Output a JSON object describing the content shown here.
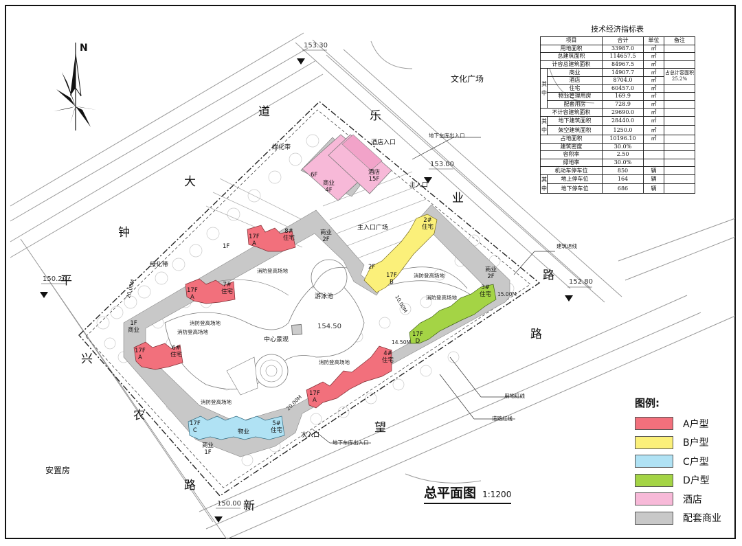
{
  "diagram": {
    "title": "总平面图",
    "scale": "1:1200",
    "north": "N",
    "roads": [
      "平",
      "钟",
      "大",
      "道",
      "乐",
      "业",
      "路",
      "路",
      "望",
      "新",
      "路",
      "农",
      "兴"
    ],
    "places": {
      "culture_square": "文化广场",
      "resettlement": "安置房"
    },
    "elevations": [
      "153.30",
      "153.00",
      "152.80",
      "150.20",
      "150.00",
      "154.50"
    ],
    "site_labels": {
      "green1": "绿化带",
      "green2": "绿化带",
      "center": "中心景观",
      "pool": "游泳池",
      "plaza": "主入口广场",
      "main_entry": "主入口",
      "hotel_entry": "酒店入口",
      "side_entry": "次入口",
      "garage1": "地下车库出入口",
      "garage2": "地下车库出入口",
      "setback": "建筑退线",
      "landline": "用地红线",
      "roadline": "道路红线",
      "fire1": "消防登高场地",
      "fire2": "消防登高场地",
      "fire3": "消防登高场地",
      "fire4": "消防登高场地",
      "fire5": "消防登高场地",
      "fire6": "消防登高场地",
      "fire7": "消防登高场地"
    },
    "building_labels": {
      "hotel_1": "酒店",
      "hotel_2": "15F",
      "biz_hotel_1": "商业",
      "biz_hotel_2": "4F",
      "hotel_6f": "6F",
      "biz_n_1": "商业",
      "biz_n_2": "2F",
      "biz_e_1": "商业",
      "biz_e_2": "2F",
      "biz_w_1": "1F",
      "biz_w_2": "商业",
      "biz_s_1": "商业",
      "biz_s_2": "1F",
      "b1f": "1F",
      "b2f": "2F",
      "a8": "8#",
      "a8r": "住宅",
      "a8f": "17F",
      "a8t": "A",
      "a7": "7#",
      "a7r": "住宅",
      "a7f": "17F",
      "a7t": "A",
      "a6": "6#",
      "a6r": "住宅",
      "a6f": "17F",
      "a6t": "A",
      "a4": "4#",
      "a4r": "住宅",
      "a4f": "17F",
      "a4t": "A",
      "b2": "2#",
      "b2r": "住宅",
      "b2f17": "17F",
      "b2t": "B",
      "d3": "3#",
      "d3r": "住宅",
      "d3f": "17F",
      "d3t": "D",
      "c5": "5#",
      "c5r": "住宅",
      "c5f": "17F",
      "c5t": "C",
      "c5m": "物业"
    },
    "dims": [
      "20.00M",
      "14.50M",
      "15.00M",
      "10.00M",
      "20.00M"
    ]
  },
  "tech_table": {
    "title": "技术经济指标表",
    "headers": [
      "项目",
      "合计",
      "单位",
      "备注"
    ],
    "group_labels": {
      "qizhong": "其中",
      "qi": "其",
      "zhong": "中"
    },
    "rows": [
      {
        "item": "用地面积",
        "total": "33987.0",
        "unit": "㎡",
        "note": ""
      },
      {
        "item": "总建筑面积",
        "total": "114657.5",
        "unit": "㎡",
        "note": ""
      },
      {
        "item": "计容总建筑面积",
        "total": "84967.5",
        "unit": "㎡",
        "note": ""
      },
      {
        "item": "商业",
        "total": "14907.7",
        "unit": "㎡",
        "note": "占总计容面积25.2%"
      },
      {
        "item": "酒店",
        "total": "8704.0",
        "unit": "㎡",
        "note": ""
      },
      {
        "item": "住宅",
        "total": "60457.0",
        "unit": "㎡",
        "note": ""
      },
      {
        "item": "物业管理用房",
        "total": "169.9",
        "unit": "㎡",
        "note": ""
      },
      {
        "item": "配套用房",
        "total": "728.9",
        "unit": "㎡",
        "note": ""
      },
      {
        "item": "不计容建筑面积",
        "total": "29690.0",
        "unit": "㎡",
        "note": ""
      },
      {
        "item": "地下建筑面积",
        "total": "28440.0",
        "unit": "㎡",
        "note": ""
      },
      {
        "item": "架空建筑面积",
        "total": "1250.0",
        "unit": "㎡",
        "note": ""
      },
      {
        "item": "占地面积",
        "total": "10196.10",
        "unit": "㎡",
        "note": ""
      },
      {
        "item": "建筑密度",
        "total": "30.0%",
        "unit": "",
        "note": ""
      },
      {
        "item": "容积率",
        "total": "2.50",
        "unit": "",
        "note": ""
      },
      {
        "item": "绿地率",
        "total": "30.0%",
        "unit": "",
        "note": ""
      },
      {
        "item": "机动车停车位",
        "total": "850",
        "unit": "辆",
        "note": ""
      },
      {
        "item": "地上停车位",
        "total": "164",
        "unit": "辆",
        "note": ""
      },
      {
        "item": "地下停车位",
        "total": "686",
        "unit": "辆",
        "note": ""
      }
    ]
  },
  "legend": {
    "title": "图例:",
    "items": [
      {
        "label": "A户型",
        "color": "#f2707c"
      },
      {
        "label": "B户型",
        "color": "#fbf07a"
      },
      {
        "label": "C户型",
        "color": "#b0e2f4"
      },
      {
        "label": "D户型",
        "color": "#a4d445"
      },
      {
        "label": "酒店",
        "color": "#f7b9d8"
      },
      {
        "label": "配套商业",
        "color": "#c8c8c8"
      }
    ]
  }
}
